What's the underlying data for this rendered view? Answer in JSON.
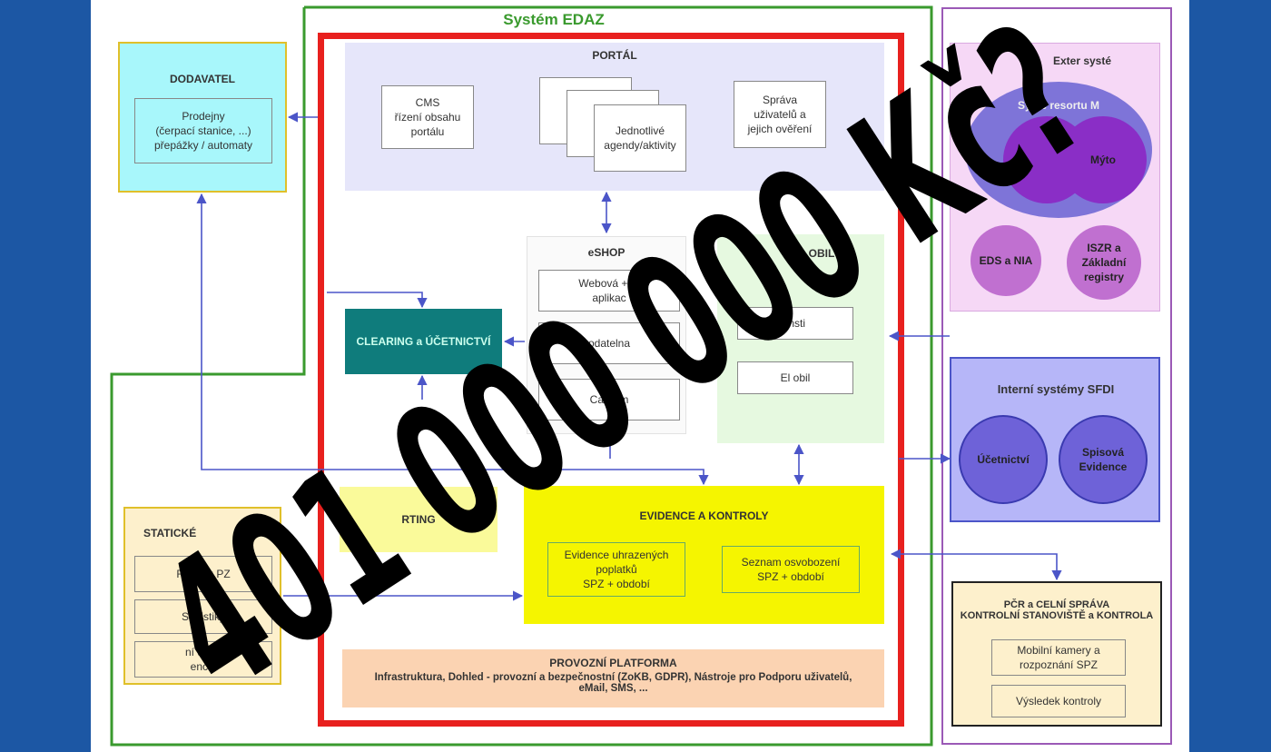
{
  "diagram": {
    "system_title": "Systém EDAZ",
    "dodavatel": {
      "title": "DODAVATEL",
      "item": "Prodejny\n(čerpací stanice, ...)\npřepážky / automaty"
    },
    "portal": {
      "title": "PORTÁL",
      "cms": "CMS\nřízení obsahu\nportálu",
      "agendy": "Jednotlivé\nagendy/aktivity",
      "sprava": "Správa\nuživatelů a\njejich ověření"
    },
    "eshop": {
      "title": "eSHOP",
      "items": [
        "Webová + M\naplikac",
        "odatelna",
        "Ca    trum"
      ]
    },
    "clearing": "CLEARING a ÚČETNICTVÍ",
    "mobil": {
      "title": "OBIL",
      "items": [
        "Insti",
        "El    obil"
      ]
    },
    "externi": {
      "title": "Exter     systé",
      "resort": "Systé    resortu M",
      "myto": "Mýto",
      "eds": "EDS a NIA",
      "iszr": "ISZR a\nZákladní\nregistry"
    },
    "interni": {
      "title": "Interní systémy SFDI",
      "ucetnictvi": "Účetnictví",
      "spisova": "Spisová\nEvidence"
    },
    "reporting": "RTING",
    "evidence": {
      "title": "EVIDENCE A KONTROLY",
      "uhrazenych": "Evidence uhrazených\npoplatků\nSPZ + období",
      "osvobozeni": "Seznam osvobození\nSPZ + období"
    },
    "staticke": {
      "title": "STATICKÉ",
      "items": [
        "Rozpoz     PZ",
        "Statistiky",
        "ní d     ED\nenc    y"
      ]
    },
    "pcr": {
      "title": "PČR a CELNÍ SPRÁVA\nKONTROLNÍ STANOVIŠTĚ a KONTROLA",
      "kamery": "Mobilní kamery a\nrozpoznání SPZ",
      "vysledek": "Výsledek kontroly"
    },
    "platforma": {
      "title": "PROVOZNÍ PLATFORMA",
      "text": "Infrastruktura, Dohled - provozní a bezpečnostní (ZoKB, GDPR), Nástroje pro Podporu uživatelů,\neMail, SMS, ..."
    }
  },
  "overlay": {
    "amount": "401 000 000 Kč?"
  },
  "colors": {
    "background": "#1c57a4",
    "edaz_border": "#3a9a2e",
    "red_frame": "#e8201e",
    "arrows": "#4b55c8",
    "clearing": "#0f7c7c",
    "evidence": "#f5f500",
    "purple_frame": "#9b59b6"
  }
}
